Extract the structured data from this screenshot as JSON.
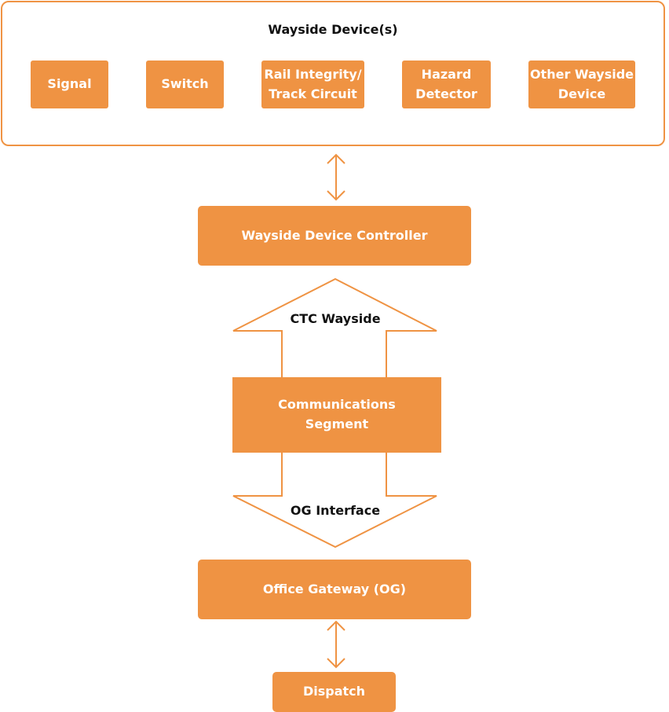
{
  "wayside_group": {
    "title": "Wayside Device(s)",
    "devices": [
      "Signal",
      "Switch",
      "Rail Integrity/\nTrack Circuit",
      "Hazard\nDetector",
      "Other Wayside\nDevice"
    ]
  },
  "controller": {
    "label": "Wayside Device Controller"
  },
  "upper_arrow": {
    "label": "CTC Wayside"
  },
  "comms": {
    "label": "Communications\nSegment"
  },
  "lower_arrow": {
    "label": "OG Interface"
  },
  "office_gateway": {
    "label": "Office Gateway (OG)"
  },
  "dispatch": {
    "label": "Dispatch"
  },
  "colors": {
    "accent": "#ef9343",
    "text_dark": "#111111",
    "text_light": "#ffffff"
  }
}
